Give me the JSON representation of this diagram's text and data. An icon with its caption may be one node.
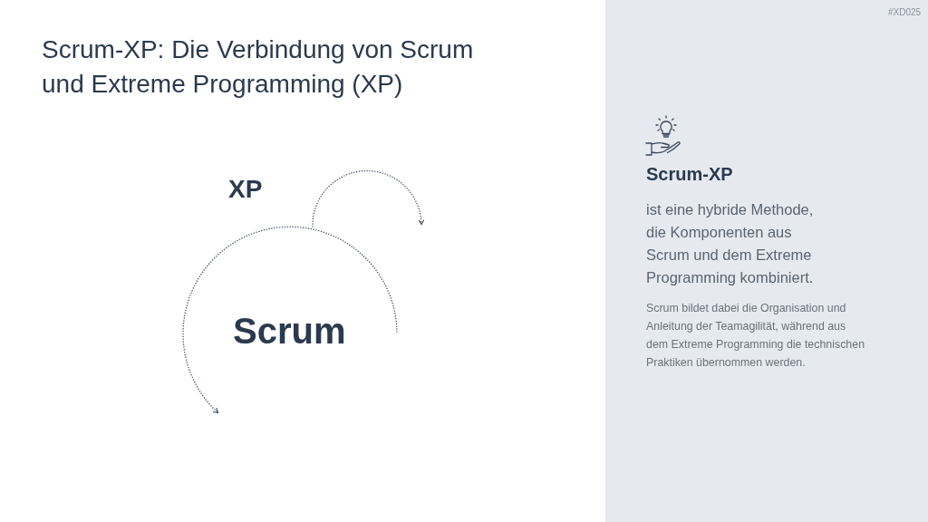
{
  "diagram": {
    "title": "Scrum-XP: Die Verbindung von Scrum und Extreme Programming (XP)",
    "nodes": [
      {
        "text": [
          "Scrum-XP",
          "ist eine hybride Methode, die Komponenten aus Scrum und dem Extreme Programming kombiniert.",
          "Scrum bildet dabei die Organisation und Anleitung der Teamagilität, während aus dem Extreme Programming die technischen Praktiken übernommen werden."
        ]
      }
    ],
    "labels": [
      "#XD025",
      "XP",
      "Scrum"
    ]
  }
}
